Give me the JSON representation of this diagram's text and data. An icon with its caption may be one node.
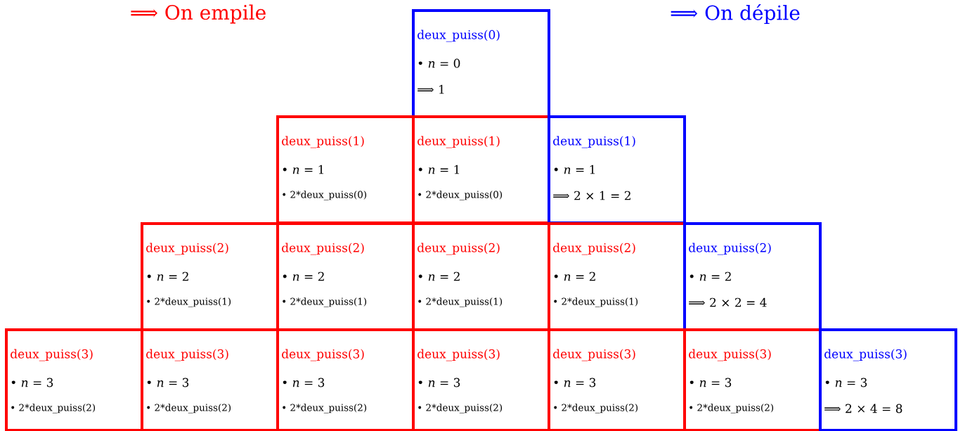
{
  "diagram": {
    "nodes": [
      {
        "text": [
          "deux_puiss(0)",
          "• *n* = 0",
          "⟹ 1"
        ]
      },
      {
        "text": [
          "deux_puiss(1)",
          "• *n* = 1",
          "• 2*deux_puiss(0)"
        ]
      },
      {
        "text": [
          "deux_puiss(1)",
          "• *n* = 1",
          "• 2*deux_puiss(0)"
        ]
      },
      {
        "text": [
          "deux_puiss(1)",
          "• *n* = 1",
          "⟹ 2 × 1 = 2"
        ]
      },
      {
        "text": [
          "deux_puiss(2)",
          "• *n* = 2",
          "• 2*deux_puiss(1)"
        ]
      },
      {
        "text": [
          "deux_puiss(2)",
          "• *n* = 2",
          "• 2*deux_puiss(1)"
        ]
      },
      {
        "text": [
          "deux_puiss(2)",
          "• *n* = 2",
          "• 2*deux_puiss(1)"
        ]
      },
      {
        "text": [
          "deux_puiss(2)",
          "• *n* = 2",
          "• 2*deux_puiss(1)"
        ]
      },
      {
        "text": [
          "deux_puiss(2)",
          "• *n* = 2",
          "⟹ 2 × 2 = 4"
        ]
      },
      {
        "text": [
          "deux_puiss(3)",
          "• *n* = 3",
          "• 2*deux_puiss(2)"
        ]
      },
      {
        "text": [
          "deux_puiss(3)",
          "• *n* = 3",
          "• 2*deux_puiss(2)"
        ]
      },
      {
        "text": [
          "deux_puiss(3)",
          "• *n* = 3",
          "• 2*deux_puiss(2)"
        ]
      },
      {
        "text": [
          "deux_puiss(3)",
          "• *n* = 3",
          "• 2*deux_puiss(2)"
        ]
      },
      {
        "text": [
          "deux_puiss(3)",
          "• *n* = 3",
          "• 2*deux_puiss(2)"
        ]
      },
      {
        "text": [
          "deux_puiss(3)",
          "• *n* = 3",
          "• 2*deux_puiss(2)"
        ]
      },
      {
        "text": [
          "deux_puiss(3)",
          "• *n* = 3",
          "⟹ 2 × 4 = 8"
        ]
      }
    ],
    "labels": [
      "⟹ On empile",
      "⟹ On dépile"
    ]
  }
}
